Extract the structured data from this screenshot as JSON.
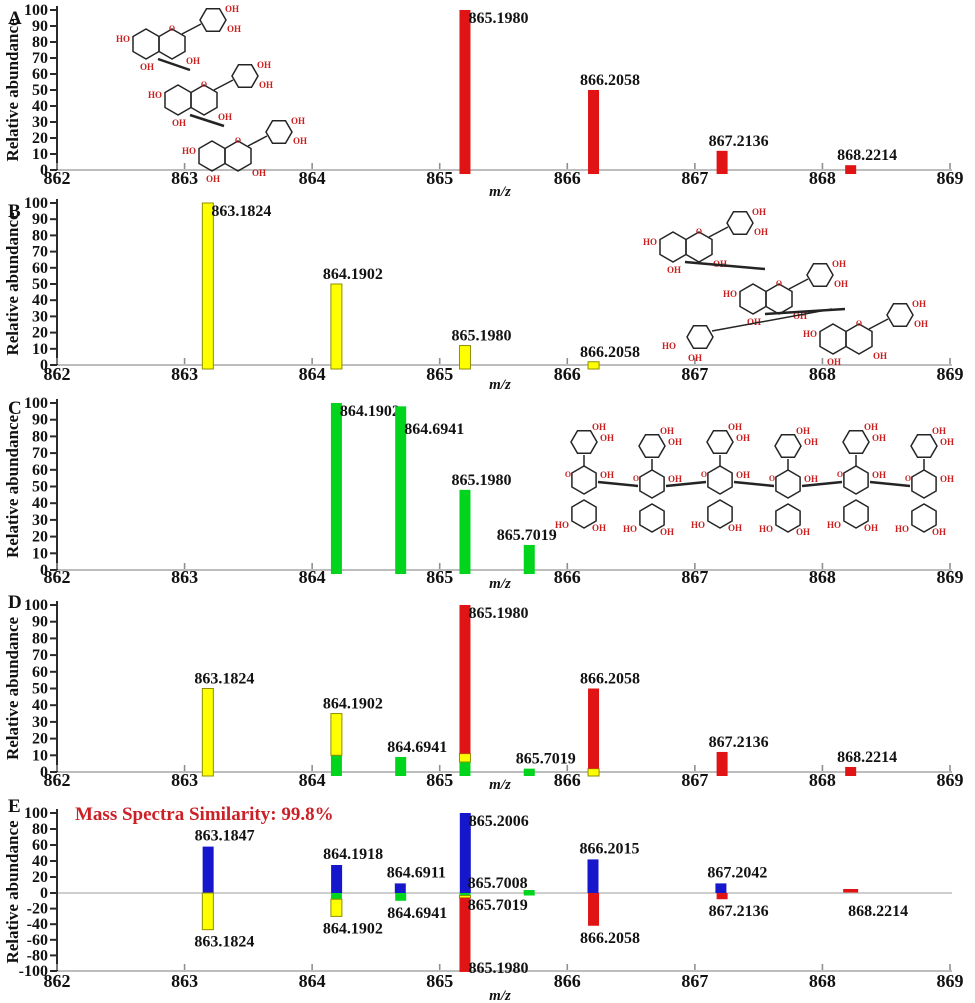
{
  "figure": {
    "panel_letters": [
      "A",
      "B",
      "C",
      "D",
      "E"
    ],
    "ylabel": "Relative abundance",
    "xlabel": "m/z"
  },
  "colors": {
    "red": "#e01414",
    "yellow": "#ffff00",
    "yellow_border": "#8f8f00",
    "green": "#00d41c",
    "blue": "#1616cc",
    "axis_baseline": "#bdbdbd",
    "axis_dark": "#2a2a2a",
    "tick": "#8f8f8f",
    "text": "#121212",
    "similarity": "#cc2027",
    "structure_bond": "#242424",
    "structure_label": "#cc2020"
  },
  "structures": {
    "oh": "OH",
    "ho": "HO",
    "o": "O",
    "panel_a_units": 3,
    "panel_b_units": 3,
    "panel_c_units": 6
  },
  "chart_data": [
    {
      "id": "A",
      "type": "bar",
      "panel_letter": "A",
      "ylabel": "Relative abundance",
      "xlabel": "m/z",
      "xlim": [
        862,
        869
      ],
      "ylim": [
        0,
        100
      ],
      "x_ticks": [
        862,
        863,
        864,
        865,
        866,
        867,
        868,
        869
      ],
      "y_ticks": [
        0,
        10,
        20,
        30,
        40,
        50,
        60,
        70,
        80,
        90,
        100
      ],
      "peaks": [
        {
          "mz": 865.198,
          "label": "865.1980",
          "place": "rt",
          "segments": [
            {
              "color": "red",
              "value": 100
            }
          ]
        },
        {
          "mz": 866.2058,
          "label": "866.2058",
          "place": "ab",
          "segments": [
            {
              "color": "red",
              "value": 50
            }
          ]
        },
        {
          "mz": 867.2136,
          "label": "867.2136",
          "place": "ab",
          "segments": [
            {
              "color": "red",
              "value": 12
            }
          ]
        },
        {
          "mz": 868.2214,
          "label": "868.2214",
          "place": "ab",
          "segments": [
            {
              "color": "red",
              "value": 3
            }
          ]
        }
      ]
    },
    {
      "id": "B",
      "type": "bar",
      "panel_letter": "B",
      "ylabel": "Relative abundance",
      "xlabel": "m/z",
      "xlim": [
        862,
        869
      ],
      "ylim": [
        0,
        100
      ],
      "x_ticks": [
        862,
        863,
        864,
        865,
        866,
        867,
        868,
        869
      ],
      "y_ticks": [
        0,
        10,
        20,
        30,
        40,
        50,
        60,
        70,
        80,
        90,
        100
      ],
      "peaks": [
        {
          "mz": 863.1824,
          "label": "863.1824",
          "place": "rt",
          "segments": [
            {
              "color": "yellow",
              "value": 100
            }
          ]
        },
        {
          "mz": 864.1902,
          "label": "864.1902",
          "place": "ab",
          "segments": [
            {
              "color": "yellow",
              "value": 50
            }
          ]
        },
        {
          "mz": 865.198,
          "label": "865.1980",
          "place": "ab",
          "segments": [
            {
              "color": "yellow",
              "value": 12
            }
          ]
        },
        {
          "mz": 866.2058,
          "label": "866.2058",
          "place": "ab",
          "segments": [
            {
              "color": "yellow",
              "value": 2
            }
          ]
        }
      ]
    },
    {
      "id": "C",
      "type": "bar",
      "panel_letter": "C",
      "ylabel": "Relative abundance",
      "xlabel": "m/z",
      "xlim": [
        862,
        869
      ],
      "ylim": [
        0,
        100
      ],
      "x_ticks": [
        862,
        863,
        864,
        865,
        866,
        867,
        868,
        869
      ],
      "y_ticks": [
        0,
        10,
        20,
        30,
        40,
        50,
        60,
        70,
        80,
        90,
        100
      ],
      "peaks": [
        {
          "mz": 864.1902,
          "label": "864.1902",
          "place": "rt",
          "segments": [
            {
              "color": "green",
              "value": 100
            }
          ]
        },
        {
          "mz": 864.6941,
          "label": "864.6941",
          "place": "rt2",
          "segments": [
            {
              "color": "green",
              "value": 98
            }
          ]
        },
        {
          "mz": 865.198,
          "label": "865.1980",
          "place": "ab",
          "segments": [
            {
              "color": "green",
              "value": 48
            }
          ]
        },
        {
          "mz": 865.7019,
          "label": "865.7019",
          "place": "abm",
          "segments": [
            {
              "color": "green",
              "value": 15
            }
          ]
        }
      ]
    },
    {
      "id": "D",
      "type": "bar",
      "panel_letter": "D",
      "ylabel": "Relative abundance",
      "xlabel": "m/z",
      "xlim": [
        862,
        869
      ],
      "ylim": [
        0,
        100
      ],
      "x_ticks": [
        862,
        863,
        864,
        865,
        866,
        867,
        868,
        869
      ],
      "y_ticks": [
        0,
        10,
        20,
        30,
        40,
        50,
        60,
        70,
        80,
        90,
        100
      ],
      "peaks": [
        {
          "mz": 863.1824,
          "label": "863.1824",
          "place": "ab",
          "segments": [
            {
              "color": "yellow",
              "value": 50
            }
          ]
        },
        {
          "mz": 864.1902,
          "label": "864.1902",
          "place": "ab",
          "segments": [
            {
              "color": "green",
              "value": 10
            },
            {
              "color": "yellow",
              "value": 25
            }
          ]
        },
        {
          "mz": 864.6941,
          "label": "864.6941",
          "place": "ab",
          "segments": [
            {
              "color": "green",
              "value": 9
            }
          ]
        },
        {
          "mz": 865.198,
          "label": "865.1980",
          "place": "rt",
          "segments": [
            {
              "color": "green",
              "value": 6
            },
            {
              "color": "yellow",
              "value": 5
            },
            {
              "color": "red",
              "value": 89
            }
          ]
        },
        {
          "mz": 865.7019,
          "label": "865.7019",
          "place": "ab",
          "segments": [
            {
              "color": "green",
              "value": 2
            }
          ]
        },
        {
          "mz": 866.2058,
          "label": "866.2058",
          "place": "ab",
          "segments": [
            {
              "color": "yellow",
              "value": 2
            },
            {
              "color": "red",
              "value": 48
            }
          ]
        },
        {
          "mz": 867.2136,
          "label": "867.2136",
          "place": "ab",
          "segments": [
            {
              "color": "red",
              "value": 12
            }
          ]
        },
        {
          "mz": 868.2214,
          "label": "868.2214",
          "place": "ab",
          "segments": [
            {
              "color": "red",
              "value": 3
            }
          ]
        }
      ]
    },
    {
      "id": "E",
      "type": "mirror-bar",
      "panel_letter": "E",
      "ylabel": "Relative abundance",
      "xlabel": "m/z",
      "similarity_label": "Mass Spectra Similarity: 99.8%",
      "xlim": [
        862,
        869
      ],
      "ylim": [
        -100,
        100
      ],
      "x_ticks": [
        862,
        863,
        864,
        865,
        866,
        867,
        868,
        869
      ],
      "y_ticks": [
        100,
        80,
        60,
        40,
        20,
        0,
        -20,
        -40,
        -60,
        -80,
        -100
      ],
      "peaks_up": [
        {
          "mz": 863.1847,
          "label": "863.1847",
          "place": "e-ab",
          "segments": [
            {
              "color": "blue",
              "value": 58
            }
          ]
        },
        {
          "mz": 864.1918,
          "label": "864.1918",
          "place": "e-ab",
          "segments": [
            {
              "color": "blue",
              "value": 35
            }
          ]
        },
        {
          "mz": 864.6911,
          "label": "864.6911",
          "place": "e-ab",
          "segments": [
            {
              "color": "blue",
              "value": 12
            }
          ]
        },
        {
          "mz": 865.2006,
          "label": "865.2006",
          "place": "e-rt",
          "segments": [
            {
              "color": "blue",
              "value": 100
            }
          ]
        },
        {
          "mz": 865.7008,
          "label": "865.7008",
          "place": "e-lza",
          "segments": [
            {
              "color": "green",
              "value": 2
            }
          ]
        },
        {
          "mz": 866.2015,
          "label": "866.2015",
          "place": "e-ab",
          "segments": [
            {
              "color": "blue",
              "value": 42
            }
          ]
        },
        {
          "mz": 867.2042,
          "label": "867.2042",
          "place": "e-ab",
          "segments": [
            {
              "color": "blue",
              "value": 12
            }
          ]
        }
      ],
      "peaks_down": [
        {
          "mz": 863.1824,
          "label": "863.1824",
          "place": "e-bl",
          "segments": [
            {
              "color": "yellow",
              "value": 47
            }
          ]
        },
        {
          "mz": 864.1902,
          "label": "864.1902",
          "place": "e-bl",
          "segments": [
            {
              "color": "green",
              "value": 8
            },
            {
              "color": "yellow",
              "value": 22
            }
          ]
        },
        {
          "mz": 864.6941,
          "label": "864.6941",
          "place": "e-bl",
          "segments": [
            {
              "color": "green",
              "value": 10
            }
          ]
        },
        {
          "mz": 865.198,
          "label": "865.1980",
          "place": "e-rb",
          "segments": [
            {
              "color": "green",
              "value": 2
            },
            {
              "color": "yellow",
              "value": 3
            },
            {
              "color": "red",
              "value": 95
            }
          ]
        },
        {
          "mz": 865.7019,
          "label": "865.7019",
          "place": "e-lzb",
          "segments": [
            {
              "color": "green",
              "value": 2
            }
          ]
        },
        {
          "mz": 866.2058,
          "label": "866.2058",
          "place": "e-bl",
          "segments": [
            {
              "color": "red",
              "value": 42
            }
          ]
        },
        {
          "mz": 867.2136,
          "label": "867.2136",
          "place": "e-bl",
          "segments": [
            {
              "color": "red",
              "value": 8
            }
          ]
        },
        {
          "mz": 868.2214,
          "label": "868.2214",
          "place": "e-zb",
          "dash": true,
          "segments": [
            {
              "color": "red",
              "value": 2
            }
          ]
        }
      ]
    }
  ]
}
